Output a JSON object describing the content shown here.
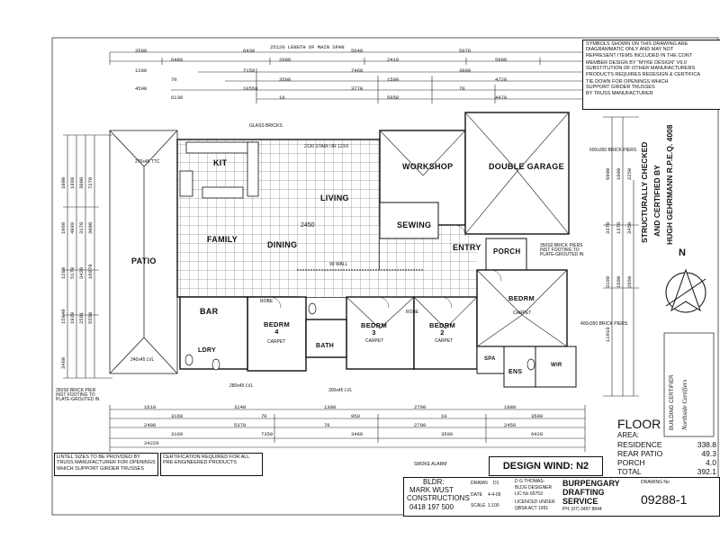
{
  "header": {
    "main_span": "25120 LENGTH OF MAIN SPAN",
    "notes": [
      "SYMBOLS SHOWN ON THIS DRAWING ARE",
      "DIAGRAMMATIC ONLY AND MAY NOT",
      "REPRESENT ITEMS INCLUDED IN THE CONT",
      "MEMBER DESIGN BY \"MYKE DESIGN\" V6.0",
      "SUBSTITUTION OF OTHER MANUFACTURERS",
      "PRODUCTS REQUIRES REDESIGN & CERTIFICA",
      "TIE DOWN FOR OPENINGS WHICH",
      "SUPPORT GIRDER TRUSSES",
      "BY TRUSS MANUFACTURER"
    ]
  },
  "rooms": {
    "kit": "KIT",
    "family": "FAMILY",
    "dining": "DINING",
    "living": "LIVING",
    "workshop": "WORKSHOP",
    "double_garage": "DOUBLE GARAGE",
    "sewing": "SEWING",
    "entry": "ENTRY",
    "porch": "PORCH",
    "patio": "PATIO",
    "bar": "BAR",
    "ldry": "LDRY",
    "bath": "BATH",
    "ens": "ENS",
    "wir": "WIR",
    "spa": "SPA",
    "robe": "ROBE",
    "bed4": "BEDRM\n4",
    "bed3": "BEDRM\n3",
    "bed2": "BEDRM\n2",
    "bed1": "BEDRM",
    "carpet": "CARPET"
  },
  "labels": {
    "glass_bricks": "GLASS BRICKS",
    "stair": "2130 STAIR OR 12XX",
    "wall": "90 WALL",
    "height": "2450",
    "brick_piers_1": "600x350 BRICK PIERS",
    "brick_piers_2": "350S0 BRICK PIERS\nINST FOOTING TO\nPLATE-GROUTED IN",
    "brick_piers_3": "350S0 BRICK PIER\nINST FOOTING TO\nPLATE-GROUTED IN",
    "brick_piers_4": "400x350 BRICK PIERS",
    "lvl_1": "280x45 LVL",
    "lvl_2": "300x45 LVL",
    "lvl_3": "240x45 LVL",
    "north": "N",
    "ttc": "270x45 TTC",
    "smoke_alarm": "SMOKE ALARM"
  },
  "dimensions": {
    "top": [
      "3500",
      "6430",
      "5640",
      "5070",
      "6480",
      "2000",
      "2410",
      "5990",
      "1280",
      "7150",
      "7460",
      "3980",
      "70",
      "3500",
      "1500",
      "4720",
      "4508",
      "10550",
      "3770",
      "70",
      "6130",
      "10",
      "5950",
      "4470"
    ],
    "left": [
      "1000",
      "1880",
      "3000",
      "7270",
      "1960",
      "4988",
      "3170",
      "3000",
      "1280",
      "5170",
      "3420",
      "16870",
      "15840",
      "1920",
      "2501",
      "5550",
      "3460"
    ],
    "bottom": [
      "1610",
      "3140",
      "1300",
      "2790",
      "1980",
      "3160",
      "70",
      "950",
      "10",
      "3500",
      "2400",
      "5370",
      "70",
      "2700",
      "2450",
      "3160",
      "7350",
      "3460",
      "3500",
      "6420",
      "24220"
    ],
    "right": [
      "6900",
      "1000",
      "2250",
      "3370",
      "1370",
      "3450",
      "3180",
      "1600",
      "2860",
      "11910"
    ]
  },
  "certification": {
    "line1": "STRUCTURALLY CHECKED",
    "line2": "AND CERTIFIED BY",
    "line3": "HUGH GEHRMANN R.P.E.Q. 4008"
  },
  "building_stamp": {
    "authority": "BUILDING CERTIFIER",
    "company": "Northside Certifiers"
  },
  "notes_bottom": {
    "lintel": "LINTEL SIZES TO BE PROVIDED BY TRUSS MANUFACTURER FOR OPENINGS WHICH SUPPORT GIRDER TRUSSES",
    "certification": "CERTIFICATION REQUIRED FOR ALL PRE-ENGINEERED PRODUCTS"
  },
  "design_wind": "DESIGN WIND: N2",
  "floor_area": {
    "title": "FLOOR",
    "area_label": "AREA:",
    "rows": [
      {
        "label": "RESIDENCE",
        "value": "338.8"
      },
      {
        "label": "REAR PATIO",
        "value": "49.3"
      },
      {
        "label": "PORCH",
        "value": "4.0"
      },
      {
        "label": "TOTAL",
        "value": "392.1"
      }
    ]
  },
  "title_block": {
    "builder_label": "BLDR:",
    "builder_name": "MARK WUST",
    "builder_company": "CONSTRUCTIONS",
    "builder_phone": "0418 197 500",
    "drawn_label": "DRAWN",
    "drawn_value": "D1",
    "date_label": "DATE",
    "date_value": "4-4-09",
    "scale_label": "SCALE",
    "scale_value": "1:100",
    "designer": "D G THOMAS-",
    "designer_role": "BLDG DESIGNER",
    "designer_lic": "LIC No 65753",
    "licence": "LICENCED UNDER",
    "licence_act": "QBSA ACT 1991",
    "firm_1": "BURPENGARY",
    "firm_2": "DRAFTING",
    "firm_3": "SERVICE",
    "firm_phone": "PH: (07) 3497 8844",
    "drawing_no_label": "DRAWING No",
    "drawing_no": "09288-1"
  }
}
